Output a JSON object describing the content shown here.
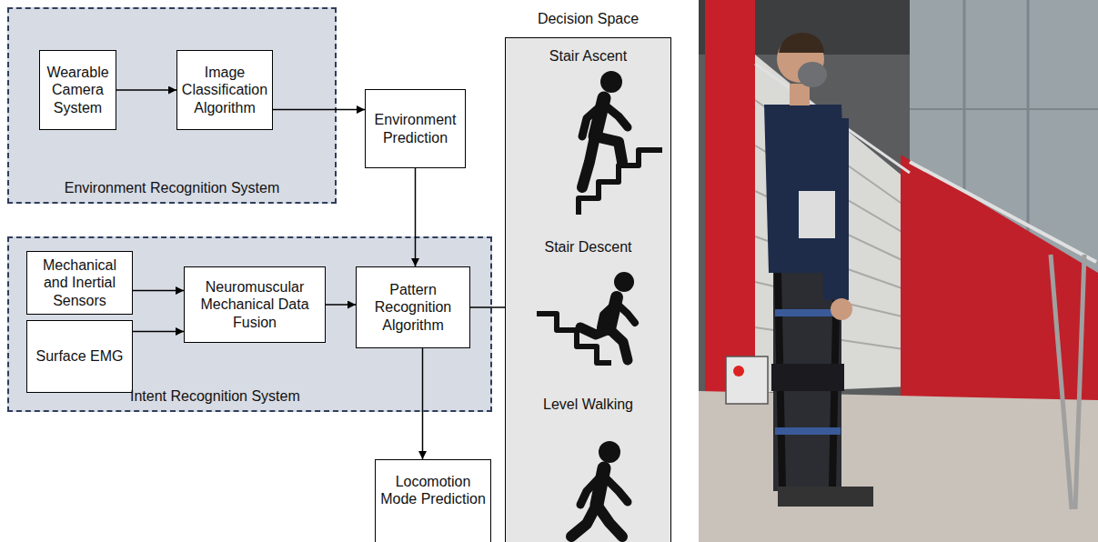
{
  "diagram": {
    "nodes": [
      {
        "text": [
          "Environment Recognition System"
        ]
      },
      {
        "text": [
          "Wearable Camera System"
        ],
        "in": 0
      },
      {
        "text": [
          "Image Classification Algorithm"
        ],
        "in": 0
      },
      {
        "text": [
          "Environment Prediction"
        ]
      },
      {
        "text": [
          "Intent Recognition System"
        ]
      },
      {
        "text": [
          "Mechanical and Inertial Sensors"
        ],
        "in": 4
      },
      {
        "text": [
          "Surface EMG"
        ],
        "in": 4
      },
      {
        "text": [
          "Neuromuscular Mechanical Data Fusion"
        ],
        "in": 4
      },
      {
        "text": [
          "Pattern Recognition Algorithm"
        ],
        "in": 4
      },
      {
        "text": [
          "Locomotion Mode Prediction"
        ]
      },
      {
        "text": [
          "Decision Space",
          "Stair Ascent",
          "Stair Descent",
          "Level Walking"
        ]
      }
    ],
    "edges": [
      {
        "from": 1,
        "to": 2,
        "arrow": "to"
      },
      {
        "from": 2,
        "to": 3,
        "arrow": "to"
      },
      {
        "from": 3,
        "to": 8,
        "arrow": "to"
      },
      {
        "from": 5,
        "to": 7,
        "arrow": "to"
      },
      {
        "from": 6,
        "to": 7,
        "arrow": "to"
      },
      {
        "from": 7,
        "to": 8,
        "arrow": "to"
      },
      {
        "from": 8,
        "to": 9,
        "arrow": "to"
      },
      {
        "from": 8,
        "to": 10,
        "arrow": "none"
      }
    ]
  }
}
